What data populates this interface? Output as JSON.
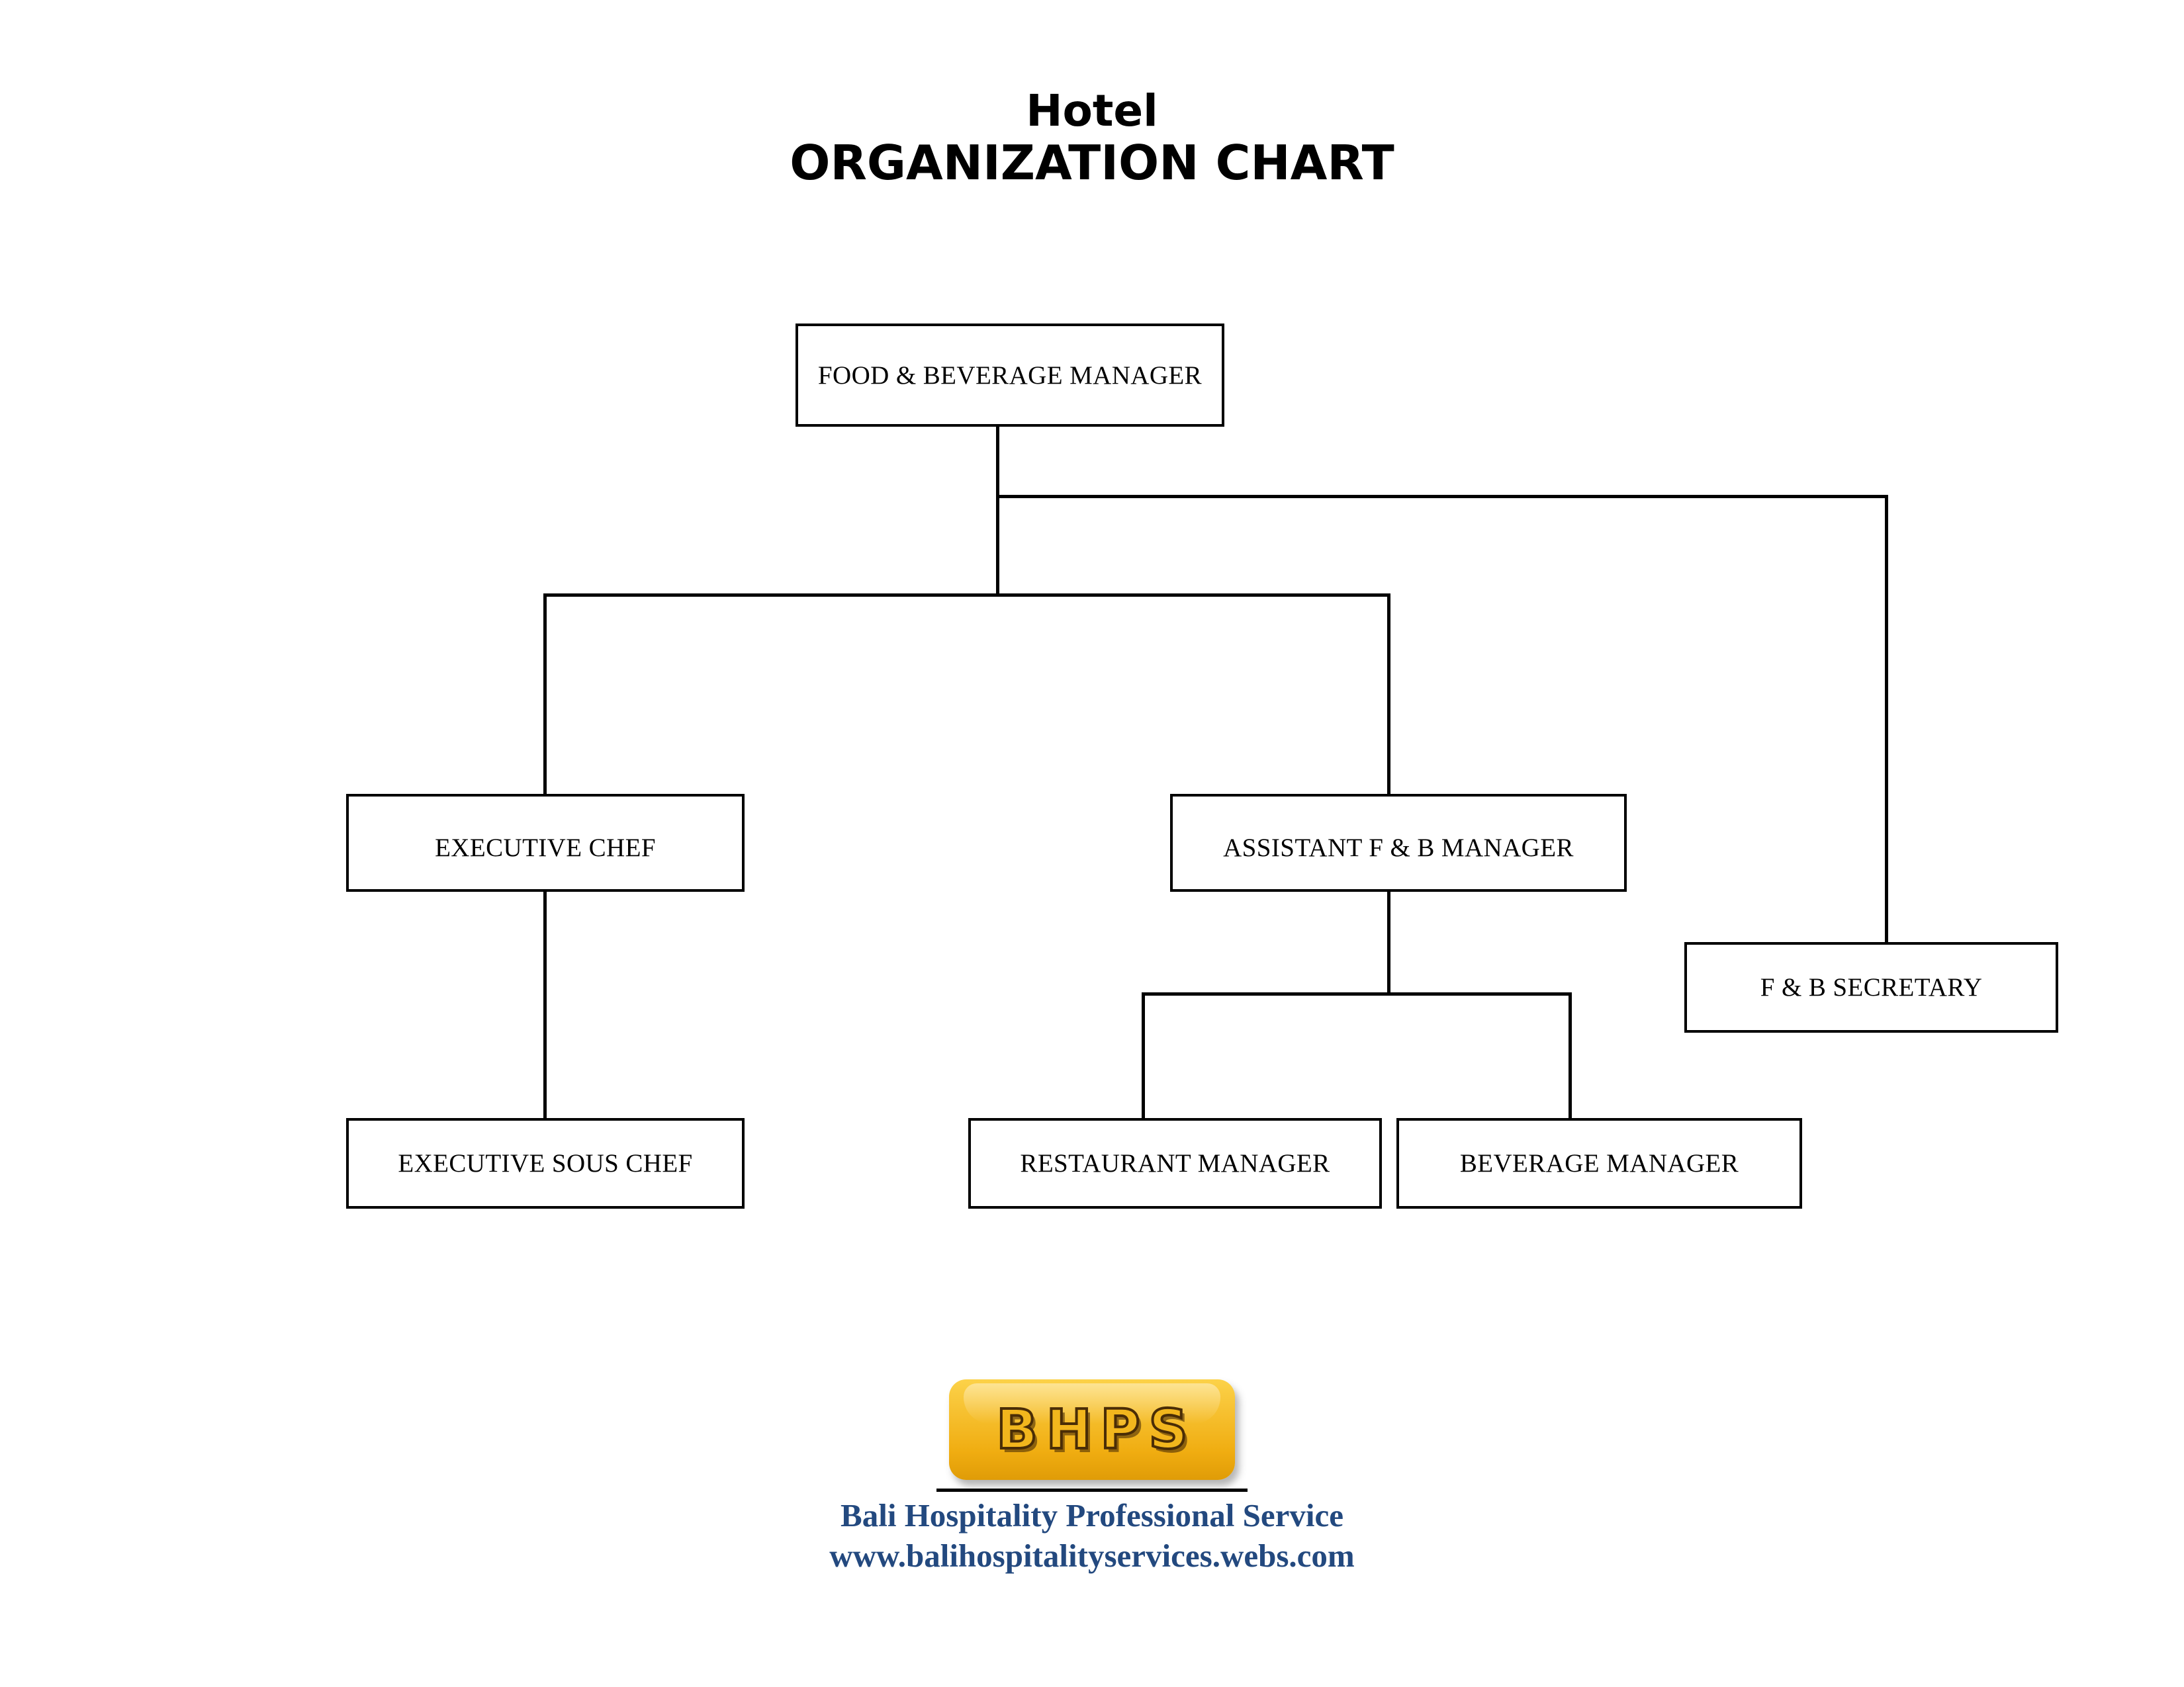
{
  "title": {
    "line1": "Hotel",
    "line2": "ORGANIZATION CHART"
  },
  "chart_data": {
    "type": "diagram",
    "diagram_type": "organization-chart",
    "title": "Hotel ORGANIZATION CHART",
    "orientation": "top-down",
    "nodes": [
      {
        "id": "fb_manager",
        "label": "FOOD & BEVERAGE MANAGER",
        "level": 0,
        "parent": null
      },
      {
        "id": "exec_chef",
        "label": "EXECUTIVE CHEF",
        "level": 1,
        "parent": "fb_manager"
      },
      {
        "id": "asst_fb_manager",
        "label": "ASSISTANT F & B MANAGER",
        "level": 1,
        "parent": "fb_manager"
      },
      {
        "id": "fb_secretary",
        "label": "F & B SECRETARY",
        "level": 1,
        "parent": "fb_manager"
      },
      {
        "id": "exec_sous_chef",
        "label": "EXECUTIVE SOUS CHEF",
        "level": 2,
        "parent": "exec_chef"
      },
      {
        "id": "restaurant_manager",
        "label": "RESTAURANT MANAGER",
        "level": 2,
        "parent": "asst_fb_manager"
      },
      {
        "id": "beverage_manager",
        "label": "BEVERAGE MANAGER",
        "level": 2,
        "parent": "asst_fb_manager"
      }
    ],
    "edges": [
      {
        "from": "fb_manager",
        "to": "exec_chef"
      },
      {
        "from": "fb_manager",
        "to": "asst_fb_manager"
      },
      {
        "from": "fb_manager",
        "to": "fb_secretary"
      },
      {
        "from": "exec_chef",
        "to": "exec_sous_chef"
      },
      {
        "from": "asst_fb_manager",
        "to": "restaurant_manager"
      },
      {
        "from": "asst_fb_manager",
        "to": "beverage_manager"
      }
    ]
  },
  "boxes": {
    "fb_manager": "FOOD & BEVERAGE MANAGER",
    "exec_chef": "EXECUTIVE CHEF",
    "asst_fb_manager": "ASSISTANT F & B MANAGER",
    "fb_secretary": "F & B SECRETARY",
    "exec_sous_chef": "EXECUTIVE SOUS CHEF",
    "restaurant_manager": "RESTAURANT MANAGER",
    "beverage_manager": "BEVERAGE MANAGER"
  },
  "branding": {
    "logo_text": "BHPS",
    "company": "Bali Hospitality Professional Service",
    "website": "www.balihospitalityservices.webs.com"
  },
  "colors": {
    "line": "#000000",
    "box_background": "#ffffff",
    "text": "#000000",
    "brand_blue": "#23497f",
    "logo_yellow": "#f2b61d",
    "logo_outline": "#4a2d06",
    "page_background": "#ffffff"
  }
}
